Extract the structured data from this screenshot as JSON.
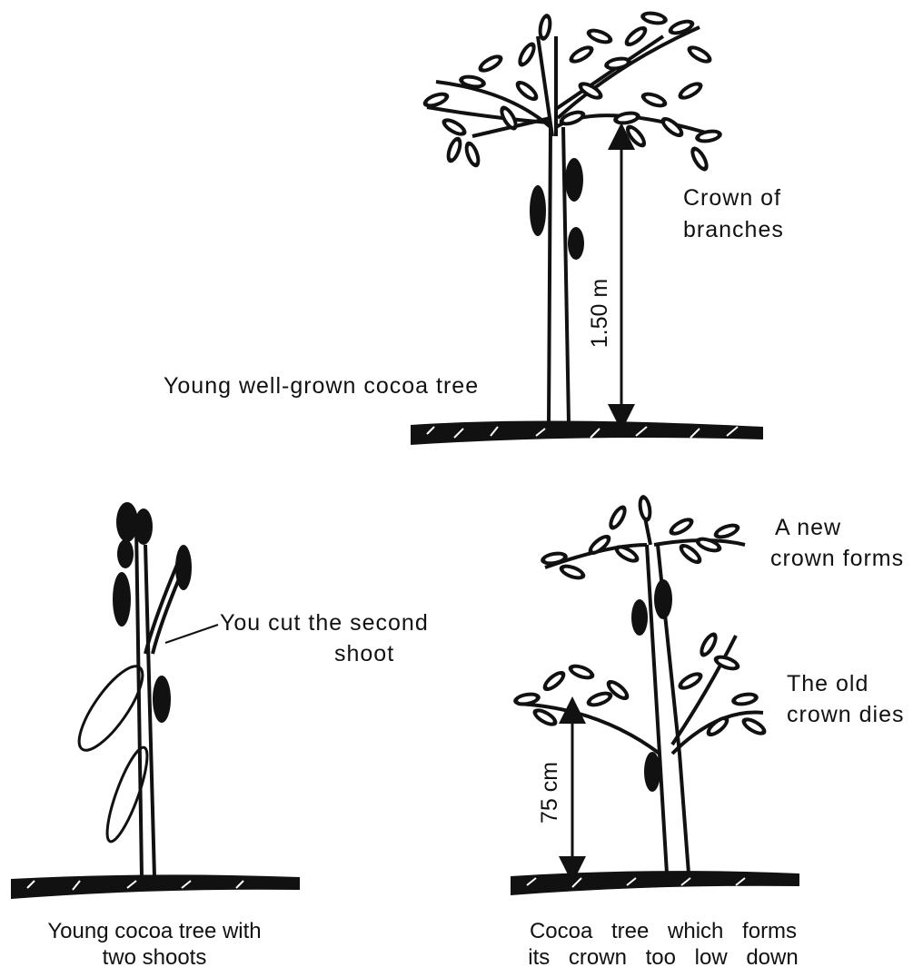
{
  "figure": {
    "top_tree": {
      "side_label": "Young well-grown cocoa tree",
      "crown_label_line1": "Crown of",
      "crown_label_line2": "branches",
      "height_label": "1.50 m"
    },
    "left_tree": {
      "callout_line1": "You cut the second",
      "callout_line2": "shoot",
      "caption_line1": "Young cocoa tree with",
      "caption_line2": "two shoots"
    },
    "right_tree": {
      "new_crown_line1": "A new",
      "new_crown_line2": "crown forms",
      "old_crown_line1": "The old",
      "old_crown_line2": "crown dies",
      "height_label": "75 cm",
      "caption_line1": "Cocoa tree which forms",
      "caption_line2": "its crown too low down"
    }
  },
  "colors": {
    "ink": "#111111",
    "background": "#ffffff"
  }
}
